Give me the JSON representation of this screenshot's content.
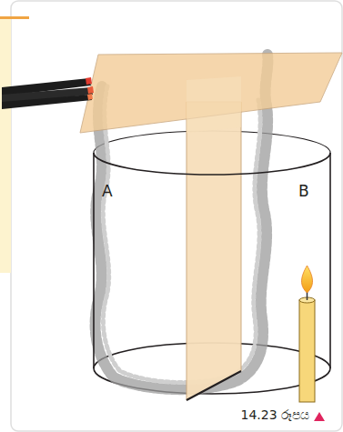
{
  "diagram": {
    "caption": "14.23 රූපය",
    "labels": [
      "A",
      "B"
    ]
  }
}
